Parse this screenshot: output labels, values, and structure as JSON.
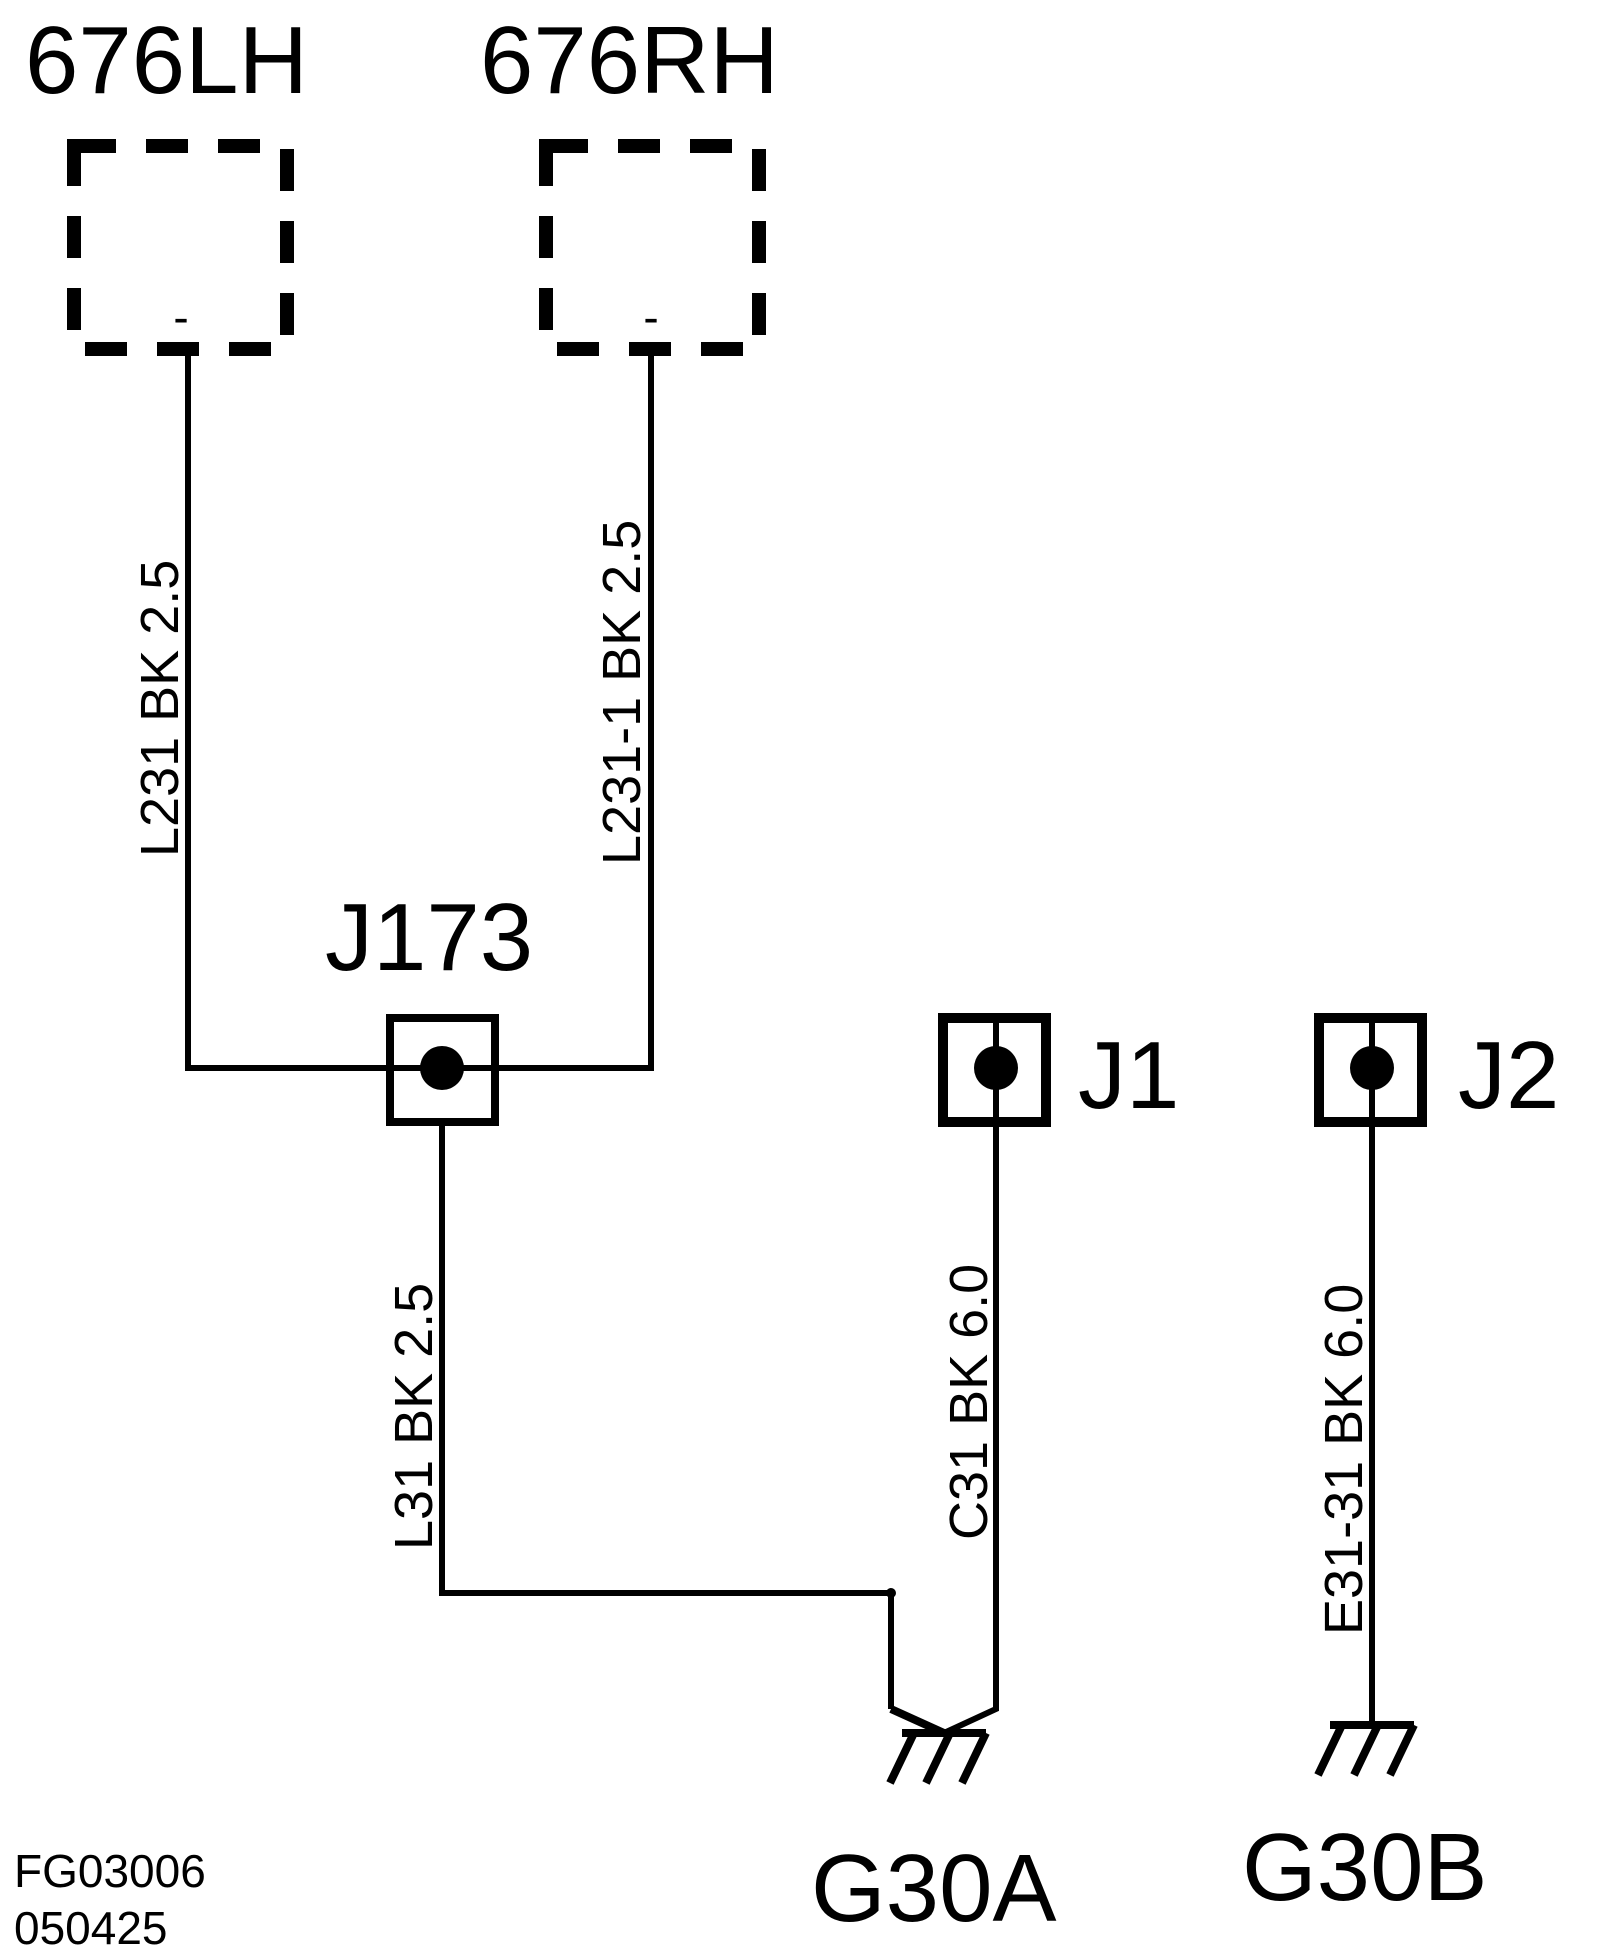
{
  "components": {
    "left": {
      "label": "676LH",
      "pin": "-"
    },
    "right": {
      "label": "676RH",
      "pin": "-"
    }
  },
  "wires": {
    "left": "L231  BK  2.5",
    "right": "L231-1 BK  2.5",
    "j173_down": "L31  BK  2.5",
    "j1_down": "C31 BK 6.0",
    "j2_down": "E31-31  BK 6.0"
  },
  "junctions": {
    "j173": "J173",
    "j1": "J1",
    "j2": "J2"
  },
  "grounds": {
    "a": "G30A",
    "b": "G30B"
  },
  "footer": {
    "figure_id": "FG03006",
    "date_code": "050425"
  }
}
